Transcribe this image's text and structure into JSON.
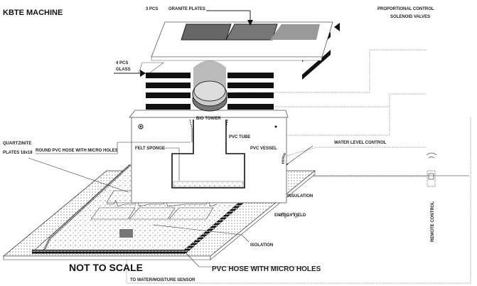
{
  "title": "KBTE MACHINE",
  "labels": {
    "pcs3": "3 PCS",
    "granite": "GRANITE PLATES",
    "proportional": "PROPORTIONAL CONTROL",
    "solenoid": "SOLENOID VALVES",
    "pcs4": "4 PCS",
    "glass": "GLASS",
    "bio_tower": "BIO TOWER",
    "pvc_tube": "PVC TUBE",
    "round_hose": "ROUND PVC HOSE WITH MICRO HOLES",
    "felt_sponge": "FELT SPONGE",
    "pvc_vessel": "PVC VESSEL",
    "water_level": "WATER LEVEL CONTROL",
    "quartzinite": "QUARTZINITE",
    "plates": "PLATES 18x18",
    "insulation": "INSULATION",
    "energy_field": "ENERGY FIELD",
    "isolation": "ISOLATION",
    "not_to_scale": "NOT TO SCALE",
    "pvc_hose": "PVC HOSE WITH MICRO HOLES",
    "sensor": "TO WATER/MOISTURE SENSOR",
    "remote": "REMOTE CONTROL"
  }
}
